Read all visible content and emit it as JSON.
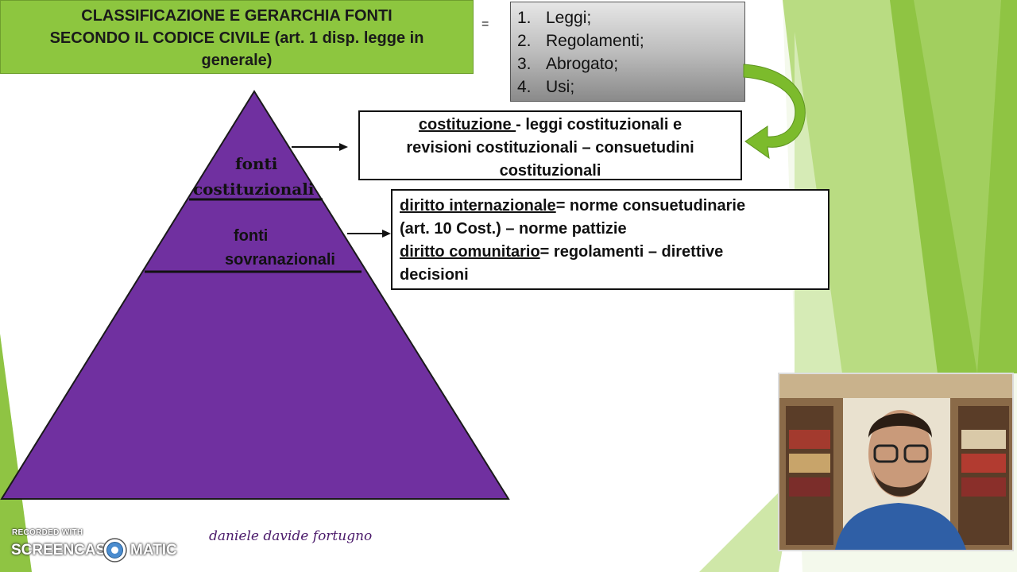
{
  "title": {
    "line1": "CLASSIFICAZIONE E GERARCHIA FONTI",
    "line2": "SECONDO IL CODICE CIVILE (art. 1 disp. legge in",
    "line3": "generale)"
  },
  "equals_sign": "=",
  "sources_list": {
    "items": [
      {
        "num": "1.",
        "label": "Leggi;"
      },
      {
        "num": "2.",
        "label": "Regolamenti;"
      },
      {
        "num": "3.",
        "label": "Abrogato;"
      },
      {
        "num": "4.",
        "label": "Usi;"
      }
    ]
  },
  "constitution_box": {
    "term": "costituzione ",
    "line1_rest": "- leggi costituzionali e",
    "line2": "revisioni costituzionali – consuetudini",
    "line3": "costituzionali"
  },
  "international_box": {
    "term1": "diritto internazionale",
    "line1_rest": "= norme consuetudinarie",
    "line2": "(art. 10 Cost.) – norme pattizie",
    "term2": "diritto comunitario",
    "line3_rest": "=  regolamenti – direttive",
    "line4": "decisioni"
  },
  "pyramid": {
    "label1_a": "fonti",
    "label1_b": "costituzionali",
    "label2_a": "fonti",
    "label2_b": "sovranazionali",
    "fill": "#7030a0"
  },
  "watermark": {
    "recorded_with": "RECORDED WITH",
    "screencast": "SCREENCAST",
    "matic": "MATIC"
  },
  "author": "daniele davide fortugno",
  "colors": {
    "green": "#8dc63f",
    "purple": "#7030a0",
    "arrow_green": "#7cbb2c"
  }
}
